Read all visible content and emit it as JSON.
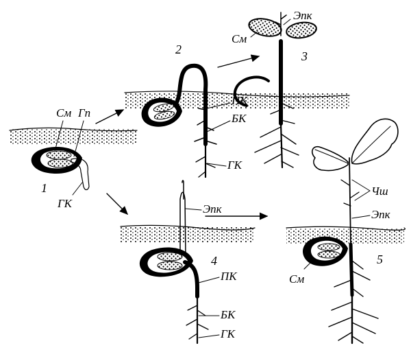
{
  "stages": [
    {
      "number": "1",
      "labels": {
        "cotyledon": "См",
        "hypocotyl": "Гп",
        "main_root": "ГК"
      }
    },
    {
      "number": "2",
      "labels": {}
    },
    {
      "number": "3",
      "labels": {
        "epicotyl": "Эпк",
        "cotyledon": "См",
        "hypocotyl": "ПК",
        "lateral_root": "БК",
        "main_root": "ГК"
      }
    },
    {
      "number": "4",
      "labels": {
        "epicotyl": "Эпк",
        "hypocotyl": "ПК",
        "lateral_root": "БК",
        "main_root": "ГК"
      }
    },
    {
      "number": "5",
      "labels": {
        "scales": "Чш",
        "epicotyl": "Эпк",
        "cotyledon": "См"
      }
    }
  ],
  "colors": {
    "ink": "#000000",
    "background": "#ffffff"
  }
}
